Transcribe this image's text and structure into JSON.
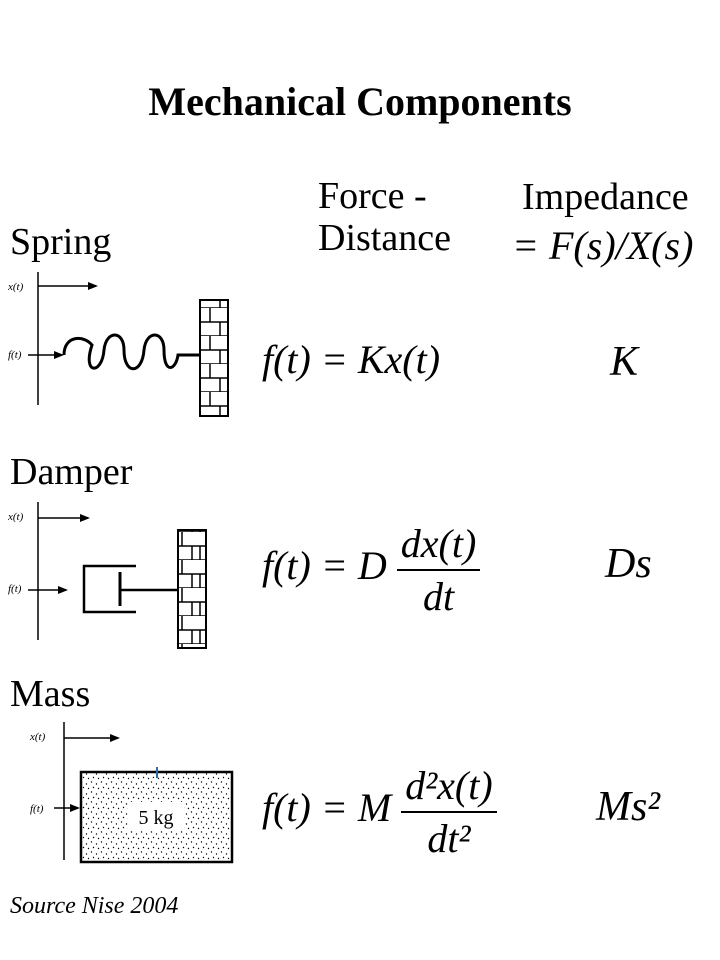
{
  "title": "Mechanical Components",
  "columns": {
    "force_distance": [
      "Force -",
      "Distance"
    ],
    "impedance": "Impedance",
    "impedance_def": "= F(s)/X(s)"
  },
  "rows": [
    {
      "name": "Spring",
      "equation": "f(t) = Kx(t)",
      "impedance": "K"
    },
    {
      "name": "Damper",
      "equation_lhs": "f(t) = D",
      "equation_num": "dx(t)",
      "equation_den": "dt",
      "impedance": "Ds"
    },
    {
      "name": "Mass",
      "equation_lhs": "f(t) = M",
      "equation_num": "d²x(t)",
      "equation_den": "dt²",
      "impedance": "Ms²"
    }
  ],
  "diagram_labels": {
    "x": "x(t)",
    "f": "f(t)",
    "mass_value": "5 kg"
  },
  "source": "Source Nise 2004"
}
